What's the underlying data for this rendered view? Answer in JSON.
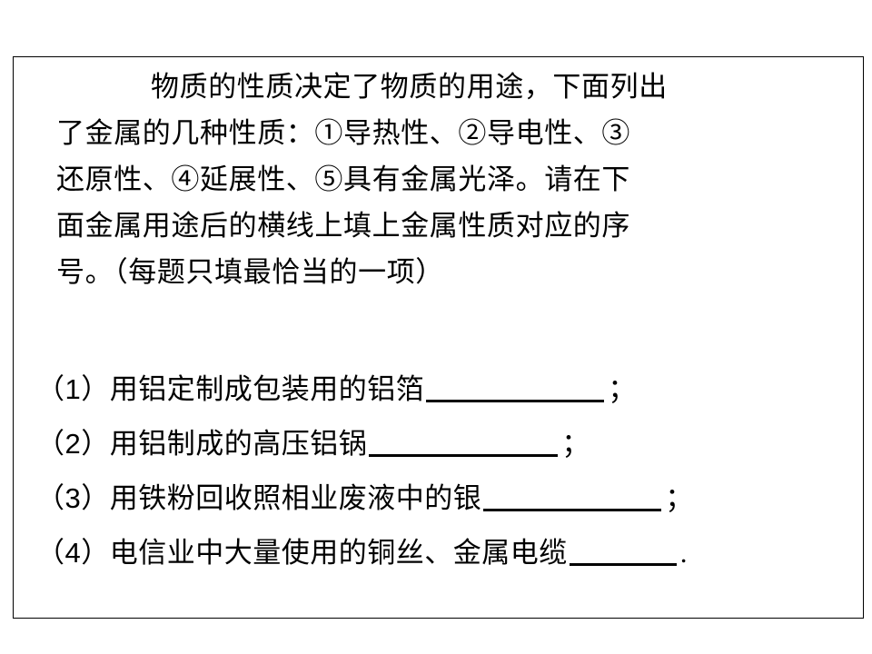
{
  "question": {
    "intro_lines": [
      "物质的性质决定了物质的用途，下面列出",
      "了金属的几种性质：①导热性、②导电性、③",
      "还原性、④延展性、⑤具有金属光泽。请在下",
      "面金属用途后的横线上填上金属性质对应的序",
      "号。（每题只填最恰当的一项）"
    ],
    "properties": [
      {
        "number": "①",
        "name": "导热性"
      },
      {
        "number": "②",
        "name": "导电性"
      },
      {
        "number": "③",
        "name": "还原性"
      },
      {
        "number": "④",
        "name": "延展性"
      },
      {
        "number": "⑤",
        "name": "具有金属光泽"
      }
    ],
    "items": [
      {
        "label": "（1）",
        "text": "用铝定制成包装用的铝箔",
        "answer": "",
        "end": "；"
      },
      {
        "label": "（2）",
        "text": "用铝制成的高压铝锅",
        "answer": "",
        "end": "；"
      },
      {
        "label": "（3）",
        "text": "用铁粉回收照相业废液中的银",
        "answer": "",
        "end": "；"
      },
      {
        "label": "（4）",
        "text": "电信业中大量使用的铜丝、金属电缆",
        "answer": "",
        "end": "."
      }
    ]
  }
}
